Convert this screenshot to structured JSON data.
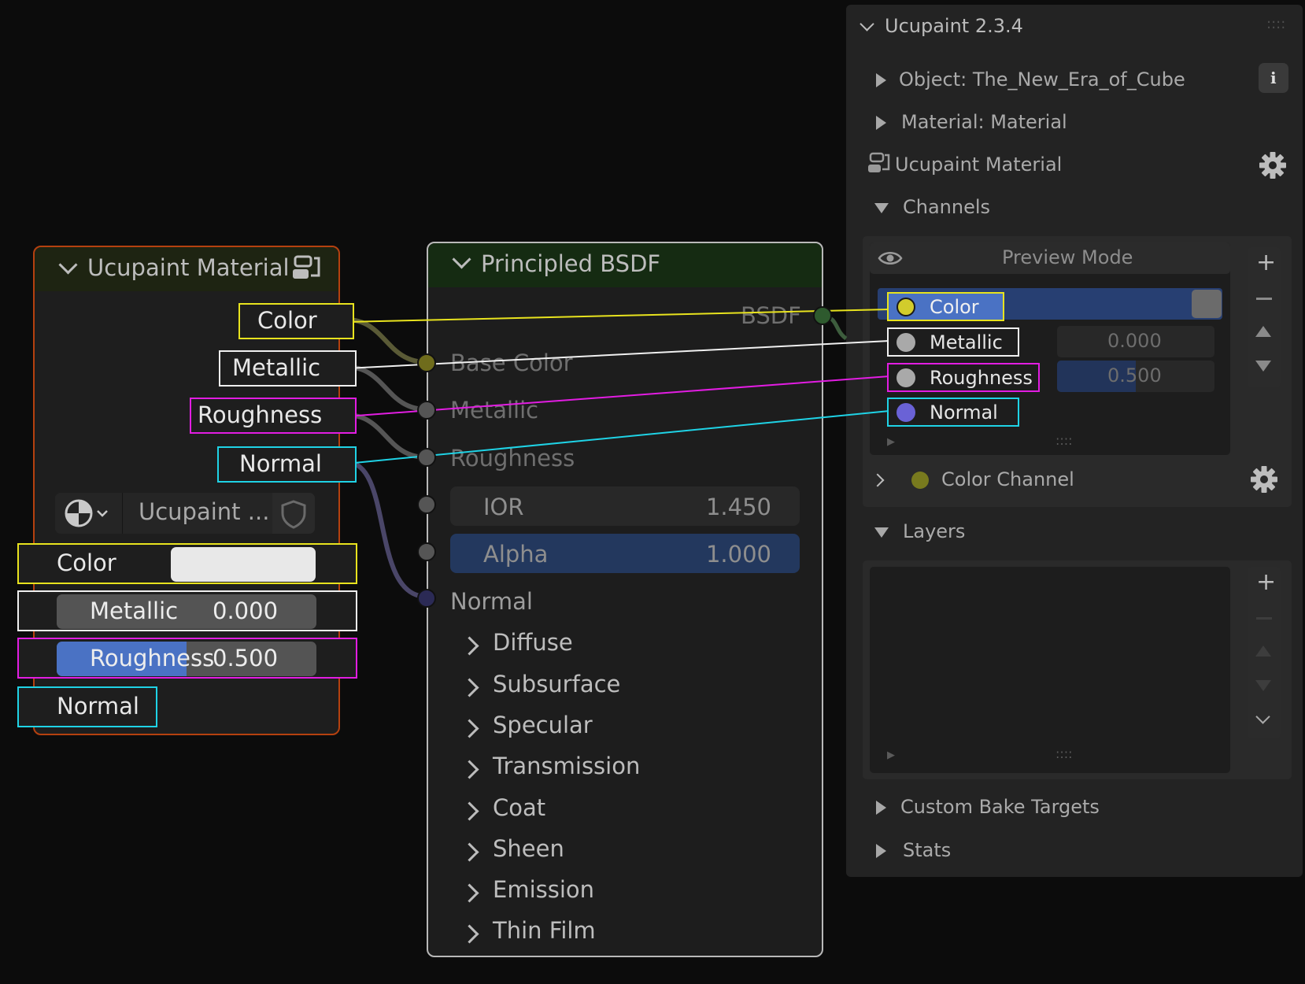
{
  "colors": {
    "color_socket": "#d2cc2c",
    "gray_socket": "#a9a9a9",
    "normal_socket": "#6a62d6",
    "yellow_link": "#e8e31e",
    "white_link": "#f0f0f0",
    "magenta_link": "#e21de2",
    "cyan_link": "#1fd3e6",
    "node_border_active": "#b5410f"
  },
  "ucupaint_node": {
    "title": "Ucupaint Material",
    "outputs": [
      "Color",
      "Metallic",
      "Roughness",
      "Normal"
    ],
    "group_selector": "Ucupaint ...",
    "inputs": {
      "color_label": "Color",
      "metallic_label": "Metallic",
      "metallic_value": "0.000",
      "roughness_label": "Roughness",
      "roughness_value": "0.500",
      "roughness_fill": 0.5,
      "normal_label": "Normal"
    }
  },
  "bsdf_node": {
    "title": "Principled BSDF",
    "output": "BSDF",
    "inputs": [
      "Base Color",
      "Metallic",
      "Roughness"
    ],
    "ior_label": "IOR",
    "ior_value": "1.450",
    "alpha_label": "Alpha",
    "alpha_value": "1.000",
    "normal_label": "Normal",
    "panels": [
      "Diffuse",
      "Subsurface",
      "Specular",
      "Transmission",
      "Coat",
      "Sheen",
      "Emission",
      "Thin Film"
    ]
  },
  "side_panel": {
    "title": "Ucupaint 2.3.4",
    "object": "Object: The_New_Era_of_Cube",
    "material": "Material: Material",
    "ucupaint_material": "Ucupaint Material",
    "channels_header": "Channels",
    "preview_mode": "Preview Mode",
    "channels": [
      {
        "name": "Color",
        "value": ""
      },
      {
        "name": "Metallic",
        "value": "0.000"
      },
      {
        "name": "Roughness",
        "value": "0.500"
      },
      {
        "name": "Normal",
        "value": ""
      }
    ],
    "list_grip": "::::",
    "color_channel": "Color Channel",
    "layers_header": "Layers",
    "custom_bake": "Custom Bake Targets",
    "stats": "Stats",
    "grip": "::::"
  }
}
